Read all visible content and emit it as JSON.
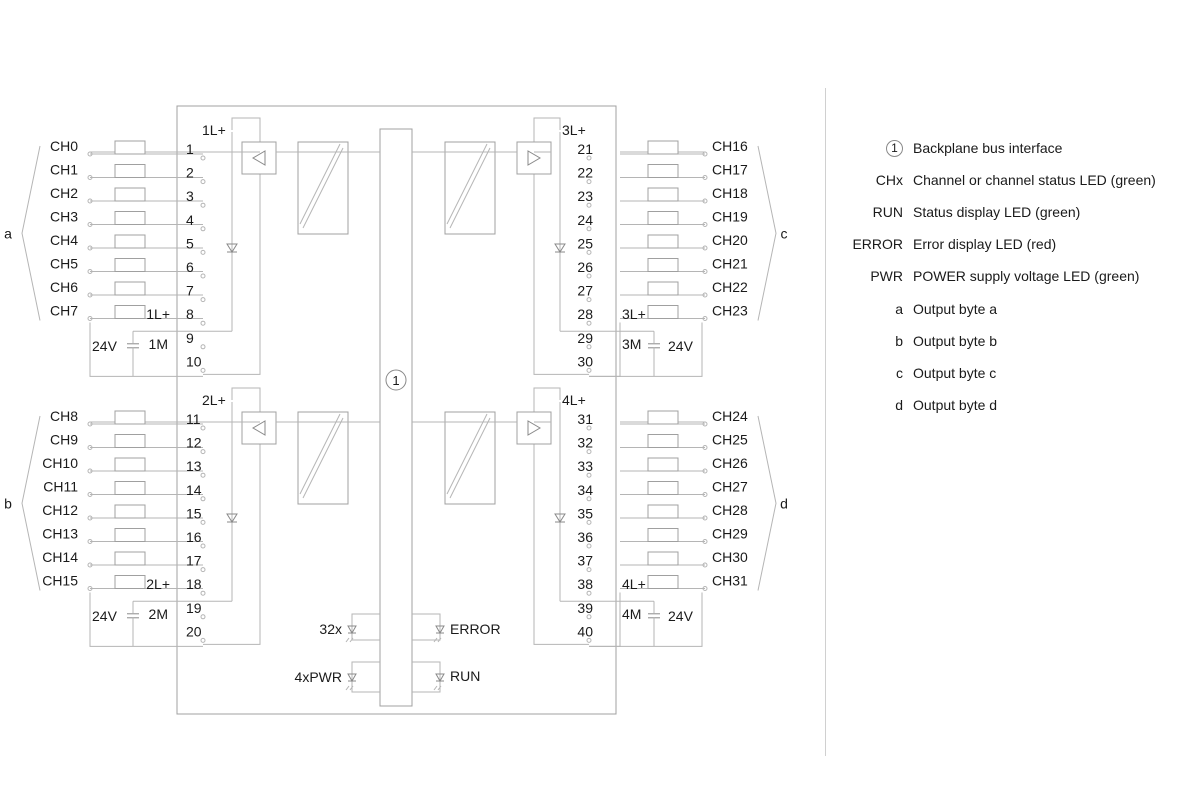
{
  "diagram": {
    "bus_marker": "1",
    "group_a": {
      "brace": "a",
      "supply_label": "1L+",
      "channels": [
        "CH0",
        "CH1",
        "CH2",
        "CH3",
        "CH4",
        "CH5",
        "CH6",
        "CH7"
      ],
      "terminals": [
        "1",
        "2",
        "3",
        "4",
        "5",
        "6",
        "7",
        "8",
        "9",
        "10"
      ],
      "plus_label": "1L+",
      "minus_label": "1M",
      "voltage": "24V"
    },
    "group_b": {
      "brace": "b",
      "supply_label": "2L+",
      "channels": [
        "CH8",
        "CH9",
        "CH10",
        "CH11",
        "CH12",
        "CH13",
        "CH14",
        "CH15"
      ],
      "terminals": [
        "11",
        "12",
        "13",
        "14",
        "15",
        "16",
        "17",
        "18",
        "19",
        "20"
      ],
      "plus_label": "2L+",
      "minus_label": "2M",
      "voltage": "24V"
    },
    "group_c": {
      "brace": "c",
      "supply_label": "3L+",
      "channels": [
        "CH16",
        "CH17",
        "CH18",
        "CH19",
        "CH20",
        "CH21",
        "CH22",
        "CH23"
      ],
      "terminals": [
        "21",
        "22",
        "23",
        "24",
        "25",
        "26",
        "27",
        "28",
        "29",
        "30"
      ],
      "plus_label": "3L+",
      "minus_label": "3M",
      "voltage": "24V"
    },
    "group_d": {
      "brace": "d",
      "supply_label": "4L+",
      "channels": [
        "CH24",
        "CH25",
        "CH26",
        "CH27",
        "CH28",
        "CH29",
        "CH30",
        "CH31"
      ],
      "terminals": [
        "31",
        "32",
        "33",
        "34",
        "35",
        "36",
        "37",
        "38",
        "39",
        "40"
      ],
      "plus_label": "4L+",
      "minus_label": "4M",
      "voltage": "24V"
    },
    "leds": {
      "channel_leds": "32x",
      "error": "ERROR",
      "power": "4xPWR",
      "run": "RUN"
    }
  },
  "legend": [
    {
      "key": "1",
      "text": "Backplane bus interface"
    },
    {
      "key": "CHx",
      "text": "Channel or channel status LED (green)"
    },
    {
      "key": "RUN",
      "text": "Status display LED (green)"
    },
    {
      "key": "ERROR",
      "text": "Error display LED (red)"
    },
    {
      "key": "PWR",
      "text": "POWER supply voltage LED (green)"
    },
    {
      "key": "a",
      "text": "Output byte a"
    },
    {
      "key": "b",
      "text": "Output byte b"
    },
    {
      "key": "c",
      "text": "Output byte c"
    },
    {
      "key": "d",
      "text": "Output byte d"
    }
  ]
}
